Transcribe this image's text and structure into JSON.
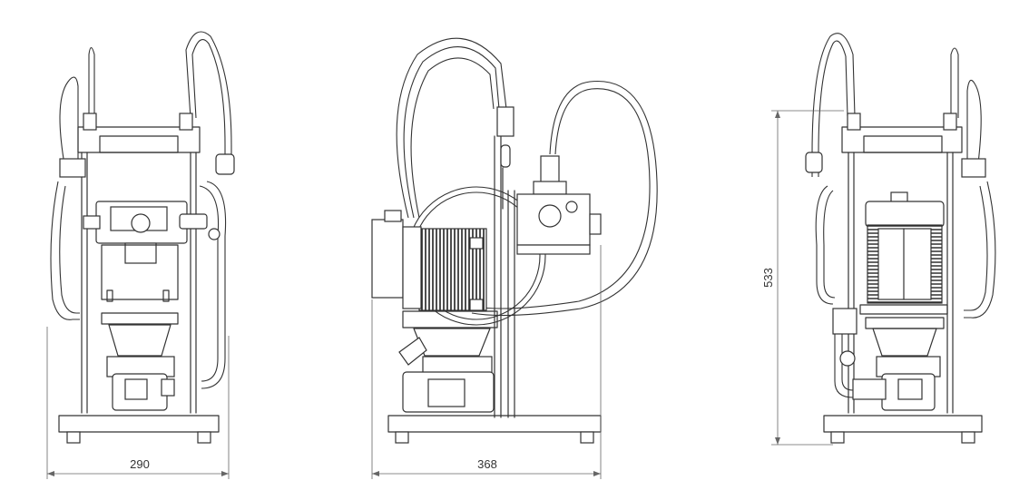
{
  "views": [
    {
      "id": "view-left",
      "width_dimension": "290"
    },
    {
      "id": "view-front",
      "width_dimension": "368"
    },
    {
      "id": "view-right",
      "width_dimension": null,
      "height_dimension": "533"
    }
  ],
  "dimensions": {
    "left_width": "290",
    "front_width": "368",
    "right_height": "533"
  },
  "colors": {
    "line": "#333333",
    "dimension": "#666666",
    "background": "#ffffff"
  }
}
